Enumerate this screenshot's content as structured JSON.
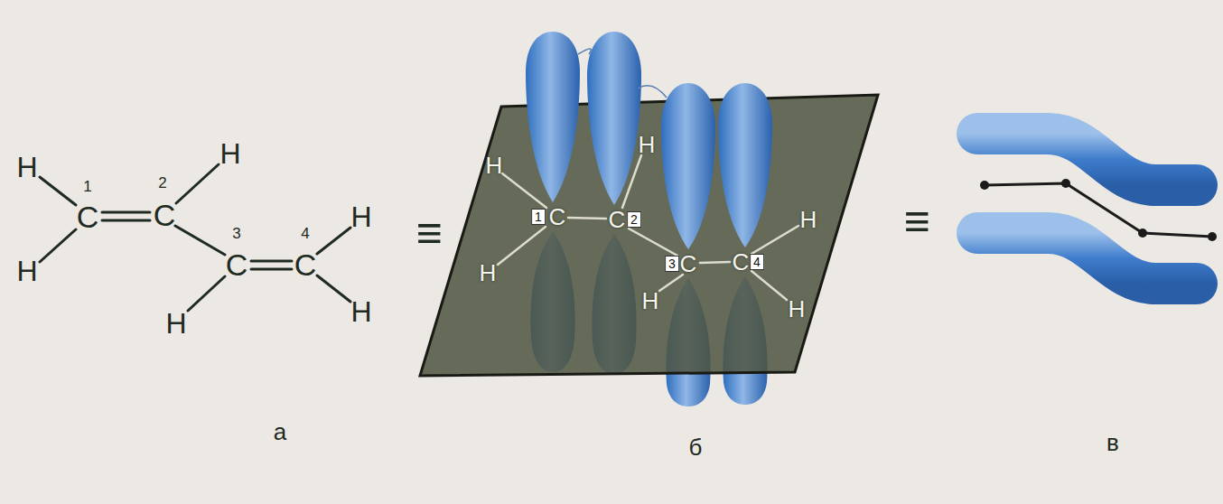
{
  "diagram": {
    "labels": [
      "H",
      "1",
      "C",
      "2",
      "C",
      "H",
      "H",
      "3",
      "C",
      "4",
      "C",
      "H",
      "H",
      "H",
      "≡",
      "H",
      "1",
      "C",
      "C",
      "2",
      "H",
      "H",
      "3",
      "C",
      "C",
      "4",
      "H",
      "H",
      "H",
      "≡",
      "а",
      "б",
      "в"
    ]
  }
}
